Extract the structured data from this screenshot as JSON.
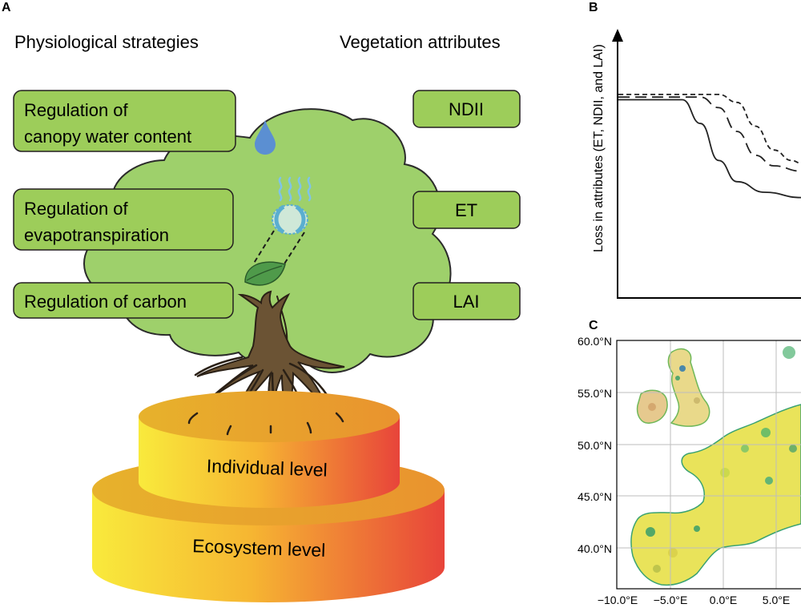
{
  "panels": {
    "a": {
      "letter": "A",
      "left_heading": "Physiological strategies",
      "right_heading": "Vegetation attributes",
      "strategies": [
        {
          "line1": "Regulation of",
          "line2": "canopy water content"
        },
        {
          "line1": "Regulation of",
          "line2": "evapotranspiration"
        },
        {
          "line1": "Regulation of carbon",
          "line2": ""
        }
      ],
      "attributes": [
        "NDII",
        "ET",
        "LAI"
      ],
      "levels": {
        "individual": "Individual level",
        "ecosystem": "Ecosystem level"
      },
      "colors": {
        "box_fill": "#9dcd5a",
        "tree": "#9dd16a",
        "trunk": "#6b5334",
        "level_yellow": "#f7e43a",
        "level_red": "#e8483a",
        "water": "#5b8fd2"
      }
    },
    "b": {
      "letter": "B",
      "ylabel": "Loss in attributes (ET, NDII, and LAI)"
    },
    "c": {
      "letter": "C",
      "y_ticks": [
        "60.0°N",
        "55.0°N",
        "50.0°N",
        "45.0°N",
        "40.0°N"
      ],
      "x_ticks": [
        "−10.0°E",
        "−5.0°E",
        "0.0°E",
        "5.0°E"
      ]
    }
  },
  "chart_data": {
    "type": "line",
    "ylabel": "Loss in attributes (ET, NDII, and LAI)",
    "series": [
      {
        "style": "solid",
        "x": [
          0,
          0.35,
          0.45,
          0.55,
          0.65,
          0.8,
          1.0
        ],
        "y": [
          0.75,
          0.75,
          0.66,
          0.52,
          0.44,
          0.4,
          0.38
        ]
      },
      {
        "style": "long-dash",
        "x": [
          0,
          0.45,
          0.55,
          0.65,
          0.75,
          0.85,
          1.0
        ],
        "y": [
          0.76,
          0.76,
          0.72,
          0.63,
          0.54,
          0.5,
          0.48
        ]
      },
      {
        "style": "short-dash",
        "x": [
          0,
          0.55,
          0.65,
          0.75,
          0.85,
          0.95,
          1.0
        ],
        "y": [
          0.77,
          0.77,
          0.74,
          0.65,
          0.56,
          0.52,
          0.51
        ]
      }
    ]
  }
}
